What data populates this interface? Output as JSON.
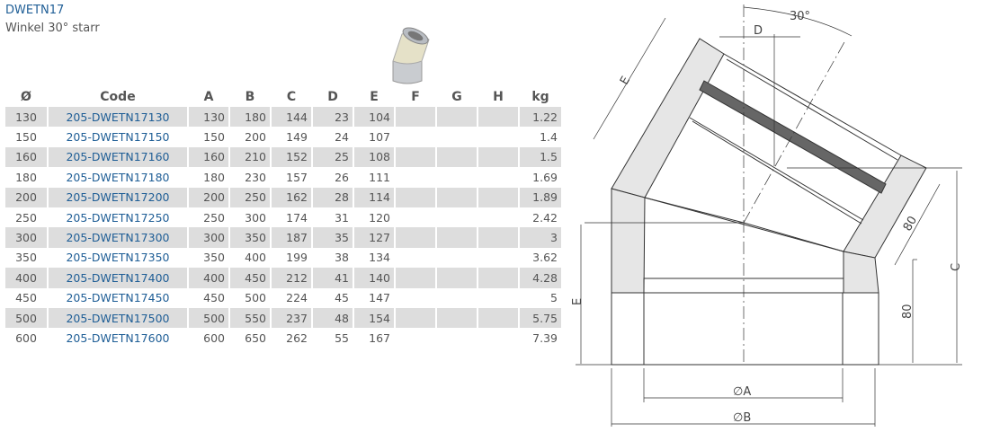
{
  "title": "DWETN17",
  "subtitle": "Winkel 30° starr",
  "table": {
    "headers": [
      "Ø",
      "Code",
      "A",
      "B",
      "C",
      "D",
      "E",
      "F",
      "G",
      "H",
      "kg"
    ],
    "rows": [
      [
        "130",
        "205-DWETN17130",
        "130",
        "180",
        "144",
        "23",
        "104",
        "",
        "",
        "",
        "1.22"
      ],
      [
        "150",
        "205-DWETN17150",
        "150",
        "200",
        "149",
        "24",
        "107",
        "",
        "",
        "",
        "1.4"
      ],
      [
        "160",
        "205-DWETN17160",
        "160",
        "210",
        "152",
        "25",
        "108",
        "",
        "",
        "",
        "1.5"
      ],
      [
        "180",
        "205-DWETN17180",
        "180",
        "230",
        "157",
        "26",
        "111",
        "",
        "",
        "",
        "1.69"
      ],
      [
        "200",
        "205-DWETN17200",
        "200",
        "250",
        "162",
        "28",
        "114",
        "",
        "",
        "",
        "1.89"
      ],
      [
        "250",
        "205-DWETN17250",
        "250",
        "300",
        "174",
        "31",
        "120",
        "",
        "",
        "",
        "2.42"
      ],
      [
        "300",
        "205-DWETN17300",
        "300",
        "350",
        "187",
        "35",
        "127",
        "",
        "",
        "",
        "3"
      ],
      [
        "350",
        "205-DWETN17350",
        "350",
        "400",
        "199",
        "38",
        "134",
        "",
        "",
        "",
        "3.62"
      ],
      [
        "400",
        "205-DWETN17400",
        "400",
        "450",
        "212",
        "41",
        "140",
        "",
        "",
        "",
        "4.28"
      ],
      [
        "450",
        "205-DWETN17450",
        "450",
        "500",
        "224",
        "45",
        "147",
        "",
        "",
        "",
        "5"
      ],
      [
        "500",
        "205-DWETN17500",
        "500",
        "550",
        "237",
        "48",
        "154",
        "",
        "",
        "",
        "5.75"
      ],
      [
        "600",
        "205-DWETN17600",
        "600",
        "650",
        "262",
        "55",
        "167",
        "",
        "",
        "",
        "7.39"
      ]
    ]
  },
  "drawing": {
    "angle": "30°",
    "d": "D",
    "e_top": "E",
    "e_left": "E",
    "c": "C",
    "dim80_top": "80",
    "dim80_bottom": "80",
    "dia_a": "∅A",
    "dia_b": "∅B"
  }
}
